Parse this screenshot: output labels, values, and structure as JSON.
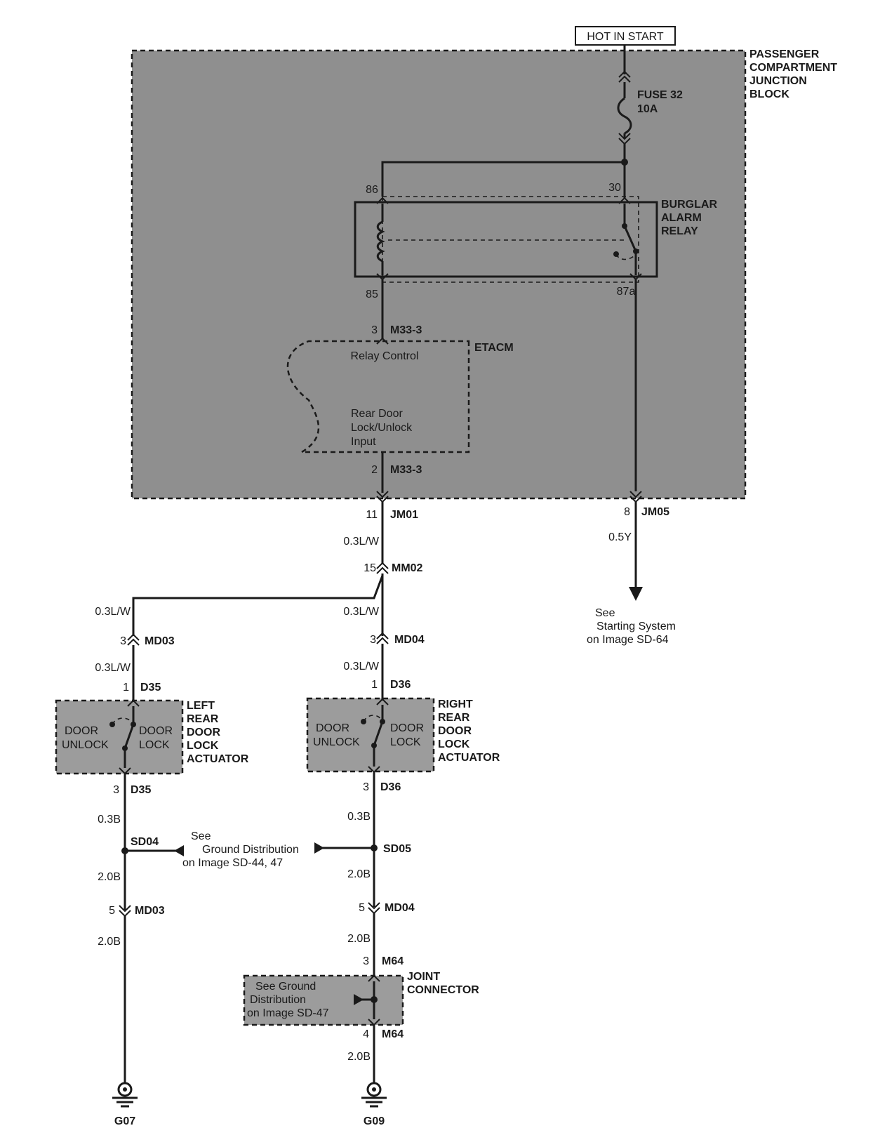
{
  "labels": {
    "hot_in_start": "HOT IN START",
    "pcjb_1": "PASSENGER",
    "pcjb_2": "COMPARTMENT",
    "pcjb_3": "JUNCTION",
    "pcjb_4": "BLOCK",
    "fuse_1": "FUSE 32",
    "fuse_2": "10A",
    "relay_1": "BURGLAR",
    "relay_2": "ALARM",
    "relay_3": "RELAY",
    "pin_86": "86",
    "pin_30": "30",
    "pin_85": "85",
    "pin_87a": "87a",
    "etacm": "ETACM",
    "m33_top_pin": "3",
    "m33_top": "M33-3",
    "relay_control": "Relay Control",
    "rear_door_1": "Rear Door",
    "rear_door_2": "Lock/Unlock",
    "rear_door_3": "Input",
    "m33_bot_pin": "2",
    "m33_bot": "M33-3",
    "jm01_pin": "11",
    "jm01": "JM01",
    "jm05_pin": "8",
    "jm05": "JM05",
    "w_03lw_a": "0.3L/W",
    "w_05y": "0.5Y",
    "mm02_pin": "15",
    "mm02": "MM02",
    "see_start_1": "See",
    "see_start_2": "Starting System",
    "see_start_3": "on Image SD-64",
    "w_03lw_b": "0.3L/W",
    "w_03lw_c": "0.3L/W",
    "md03_pin_a": "3",
    "md03_a": "MD03",
    "md04_pin_a": "3",
    "md04_a": "MD04",
    "w_03lw_d": "0.3L/W",
    "w_03lw_e": "0.3L/W",
    "d35_pin_a": "1",
    "d35_a": "D35",
    "d36_pin_a": "1",
    "d36_a": "D36",
    "left_1": "LEFT",
    "left_2": "REAR",
    "left_3": "DOOR",
    "left_4": "LOCK",
    "left_5": "ACTUATOR",
    "right_1": "RIGHT",
    "right_2": "REAR",
    "right_3": "DOOR",
    "right_4": "LOCK",
    "right_5": "ACTUATOR",
    "door_l": "DOOR",
    "unlock_l": "UNLOCK",
    "door_l2": "DOOR",
    "lock_l": "LOCK",
    "door_r": "DOOR",
    "unlock_r": "UNLOCK",
    "door_r2": "DOOR",
    "lock_r": "LOCK",
    "d35_pin_b": "3",
    "d35_b": "D35",
    "d36_pin_b": "3",
    "d36_b": "D36",
    "w_03b_l": "0.3B",
    "w_03b_r": "0.3B",
    "sd04": "SD04",
    "sd05": "SD05",
    "see_ground_1": "See",
    "see_ground_2": "Ground Distribution",
    "see_ground_3": "on Image SD-44, 47",
    "w_20b_l1": "2.0B",
    "w_20b_r1": "2.0B",
    "md03_pin_b": "5",
    "md03_b": "MD03",
    "md04_pin_b": "5",
    "md04_b": "MD04",
    "w_20b_l2": "2.0B",
    "w_20b_r2": "2.0B",
    "m64_pin_a": "3",
    "m64_a": "M64",
    "joint_1": "JOINT",
    "joint_2": "CONNECTOR",
    "see_joint_1": "See Ground",
    "see_joint_2": "Distribution",
    "see_joint_3": "on Image SD-47",
    "m64_pin_b": "4",
    "m64_b": "M64",
    "w_20b_r3": "2.0B",
    "g07": "G07",
    "g09": "G09"
  },
  "colors": {
    "wire": "#1a1a1a",
    "shade": "#8f8f8f",
    "background": "#ffffff"
  }
}
